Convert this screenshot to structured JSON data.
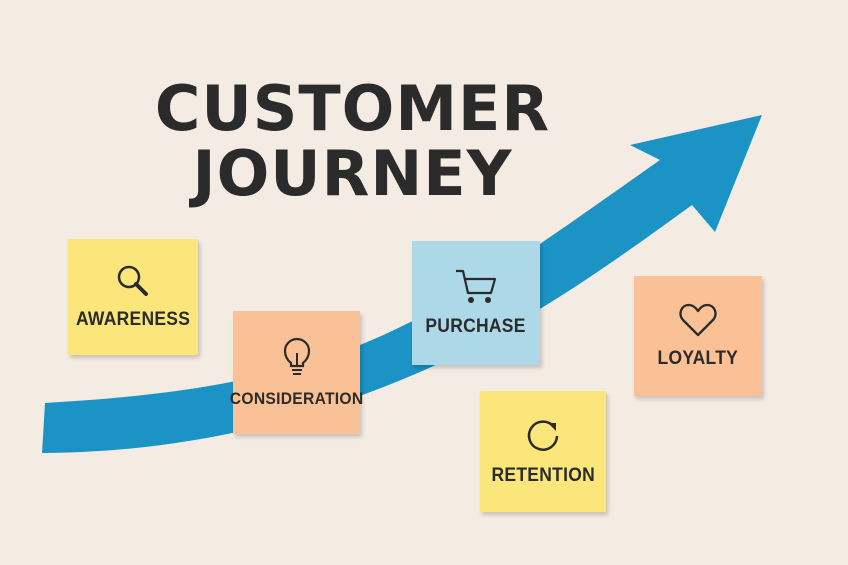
{
  "title": {
    "line1": "CUSTOMER",
    "line2": "JOURNEY"
  },
  "colors": {
    "background": "#f4ebe3",
    "arrow": "#1b93c4",
    "yellow": "#fae67a",
    "orange": "#fbc196",
    "blue": "#acd8e7",
    "text": "#2b2b2b"
  },
  "stages": [
    {
      "label": "AWARENESS",
      "icon": "search-icon"
    },
    {
      "label": "CONSIDERATION",
      "icon": "lightbulb-icon"
    },
    {
      "label": "PURCHASE",
      "icon": "shopping-cart-icon"
    },
    {
      "label": "RETENTION",
      "icon": "refresh-icon"
    },
    {
      "label": "LOYALTY",
      "icon": "heart-icon"
    }
  ]
}
